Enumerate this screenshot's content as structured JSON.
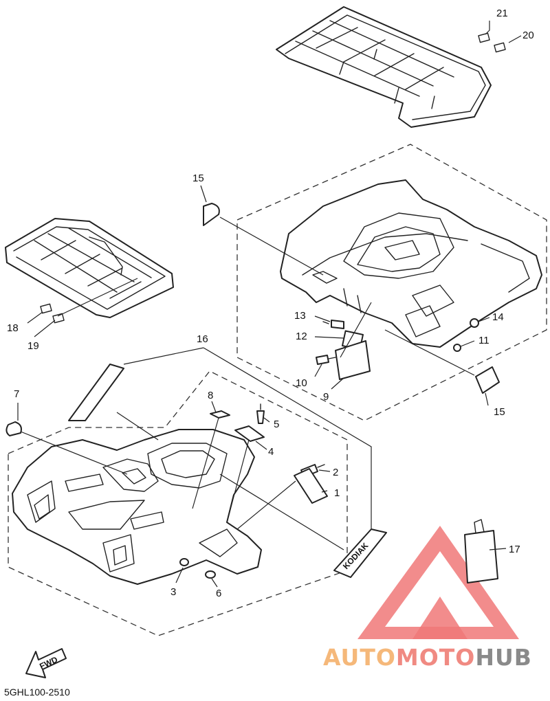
{
  "diagram_code": "5GHL100-2510",
  "fwd_label": "FWD",
  "decal_text": "KODIAK",
  "watermark": {
    "part1": "AUTO",
    "part2": "MOTO",
    "part3": "HUB",
    "color1": "#f5b87a",
    "color2": "#f08a82",
    "color3": "#8a8a8a",
    "logo_color": "#f07878"
  },
  "callouts": {
    "c1": "1",
    "c2": "2",
    "c3": "3",
    "c4": "4",
    "c5": "5",
    "c6": "6",
    "c7": "7",
    "c8": "8",
    "c9": "9",
    "c10": "10",
    "c11": "11",
    "c12": "12",
    "c13": "13",
    "c14": "14",
    "c15a": "15",
    "c15b": "15",
    "c16": "16",
    "c17": "17",
    "c18": "18",
    "c19": "19",
    "c20": "20",
    "c21": "21"
  }
}
